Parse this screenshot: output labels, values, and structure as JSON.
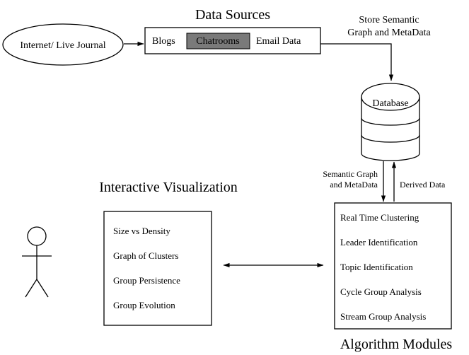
{
  "titles": {
    "data_sources": "Data Sources",
    "interactive_visualization": "Interactive Visualization",
    "algorithm_modules": "Algorithm Modules"
  },
  "internet_node": "Internet/ Live Journal",
  "data_sources": {
    "blogs": "Blogs",
    "chatrooms": "Chatrooms",
    "email": "Email Data",
    "chatrooms_fill": "#7a7a7a"
  },
  "store_label": [
    "Store Semantic",
    "Graph and MetaData"
  ],
  "database_label": "Database",
  "semantic_label": [
    "Semantic Graph",
    "and MetaData"
  ],
  "derived_label": "Derived Data",
  "visualization_items": [
    "Size vs Density",
    "Graph of Clusters",
    "Group Persistence",
    "Group Evolution"
  ],
  "algorithm_items": [
    "Real Time Clustering",
    "Leader Identification",
    "Topic Identification",
    "Cycle Group Analysis",
    "Stream Group Analysis"
  ]
}
